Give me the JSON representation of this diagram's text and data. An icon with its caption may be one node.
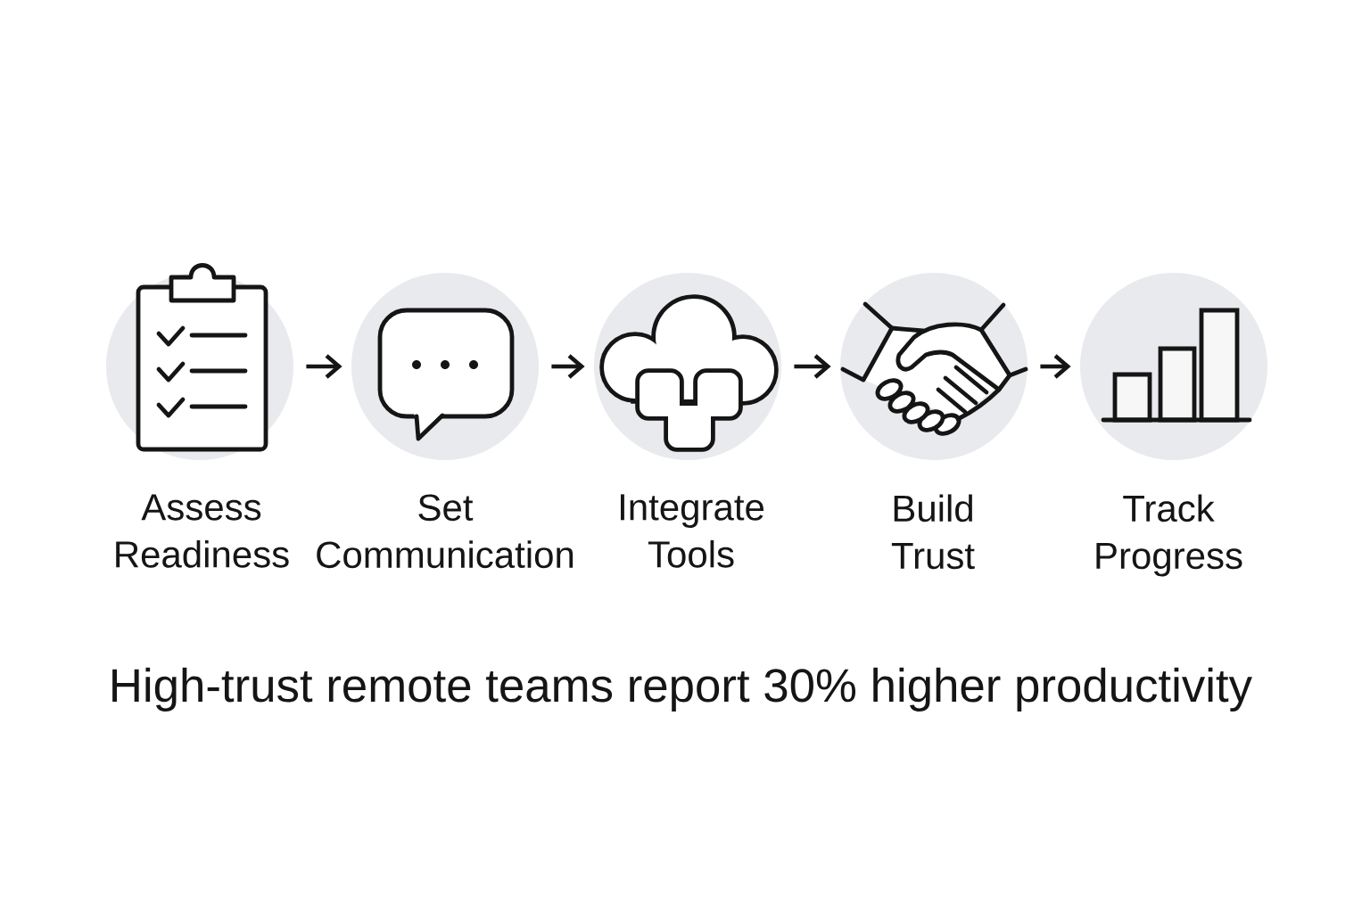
{
  "diagram": {
    "caption": "High-trust remote teams report 30% higher productivity",
    "nodes": [
      {
        "text": [
          "Assess Readiness"
        ]
      },
      {
        "text": [
          "Set Communication"
        ]
      },
      {
        "text": [
          "Integrate Tools"
        ]
      },
      {
        "text": [
          "Build Trust"
        ]
      },
      {
        "text": [
          "Track Progress"
        ]
      }
    ],
    "edges": [
      {
        "from": 0,
        "to": 1,
        "arrow": "to"
      },
      {
        "from": 1,
        "to": 2,
        "arrow": "to"
      },
      {
        "from": 2,
        "to": 3,
        "arrow": "to"
      },
      {
        "from": 3,
        "to": 4,
        "arrow": "to"
      }
    ]
  }
}
